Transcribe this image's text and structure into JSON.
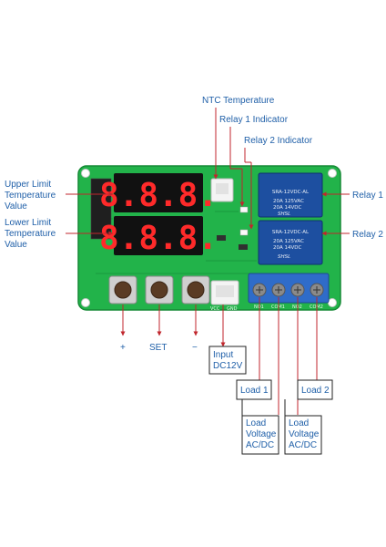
{
  "labels": {
    "ntc": "NTC Temperature",
    "relay1_indicator": "Relay 1 Indicator",
    "relay2_indicator": "Relay 2 Indicator",
    "upper_limit": [
      "Upper Limit",
      "Temperature",
      "Value"
    ],
    "lower_limit": [
      "Lower Limit",
      "Temperature",
      "Value"
    ],
    "relay1": "Relay 1",
    "relay2": "Relay 2",
    "plus": "+",
    "set": "SET",
    "minus": "−",
    "input": [
      "Input",
      "DC12V"
    ],
    "load1": "Load 1",
    "load2": "Load 2",
    "load_voltage_1": [
      "Load",
      "Voltage",
      "AC/DC"
    ],
    "load_voltage_2": [
      "Load",
      "Voltage",
      "AC/DC"
    ]
  },
  "board": {
    "display_top": "8.8.8.",
    "display_bottom": "8.8.8.",
    "relay_brand": "SRA-12VDC-AL",
    "relay_spec": [
      "20A 125VAC",
      "20A 14VDC"
    ],
    "relay_logo": "SHSL",
    "terminal_labels": [
      "NO1",
      "COM1",
      "NO2",
      "COM2"
    ],
    "power_labels": [
      "VCC",
      "GND"
    ]
  },
  "colors": {
    "pcb": "#22b34a",
    "annotation_line": "#c0262c",
    "label_text": "#1f5fa8",
    "relay_body": "#1d4fa0",
    "terminal_block": "#2f6cc9",
    "display_bg": "#111111",
    "segment": "#ff2a2a"
  }
}
